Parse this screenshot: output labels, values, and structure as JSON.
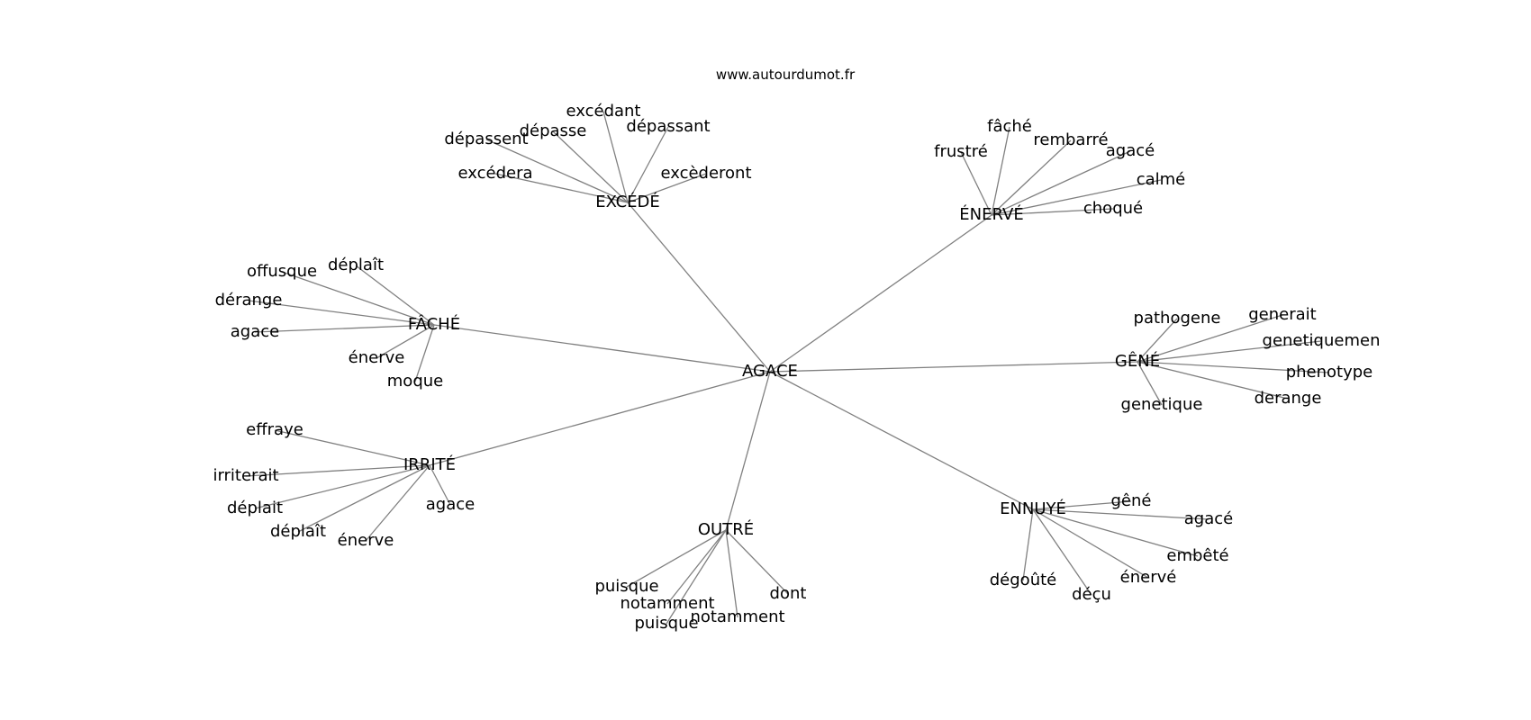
{
  "site": "www.autourdumot.fr",
  "root": "AGACE",
  "clusters": [
    {
      "id": "excede",
      "label": "EXCÉDÉ",
      "children": [
        "excédant",
        "dépasse",
        "dépassant",
        "dépassent",
        "excédera",
        "excèderont"
      ]
    },
    {
      "id": "enerve",
      "label": "ÉNERVÉ",
      "children": [
        "fâché",
        "frustré",
        "rembarré",
        "agacé",
        "calmé",
        "choqué"
      ]
    },
    {
      "id": "fache",
      "label": "FÂCHÉ",
      "children": [
        "déplaît",
        "offusque",
        "dérange",
        "agace",
        "énerve",
        "moque"
      ]
    },
    {
      "id": "gene",
      "label": "GÊNÉ",
      "children": [
        "pathogene",
        "generait",
        "genetiquemen",
        "phenotype",
        "derange",
        "genetique"
      ]
    },
    {
      "id": "irrite",
      "label": "IRRITÉ",
      "children": [
        "effraye",
        "irriterait",
        "déplait",
        "déplaît",
        "énerve",
        "agace"
      ]
    },
    {
      "id": "outre",
      "label": "OUTRÉ",
      "children": [
        "puisque",
        "notamment",
        "puisque",
        "notamment",
        "dont"
      ]
    },
    {
      "id": "ennuye",
      "label": "ENNUYÉ",
      "children": [
        "gêné",
        "agacé",
        "embêté",
        "énervé",
        "déçu",
        "dégoûté"
      ]
    }
  ]
}
